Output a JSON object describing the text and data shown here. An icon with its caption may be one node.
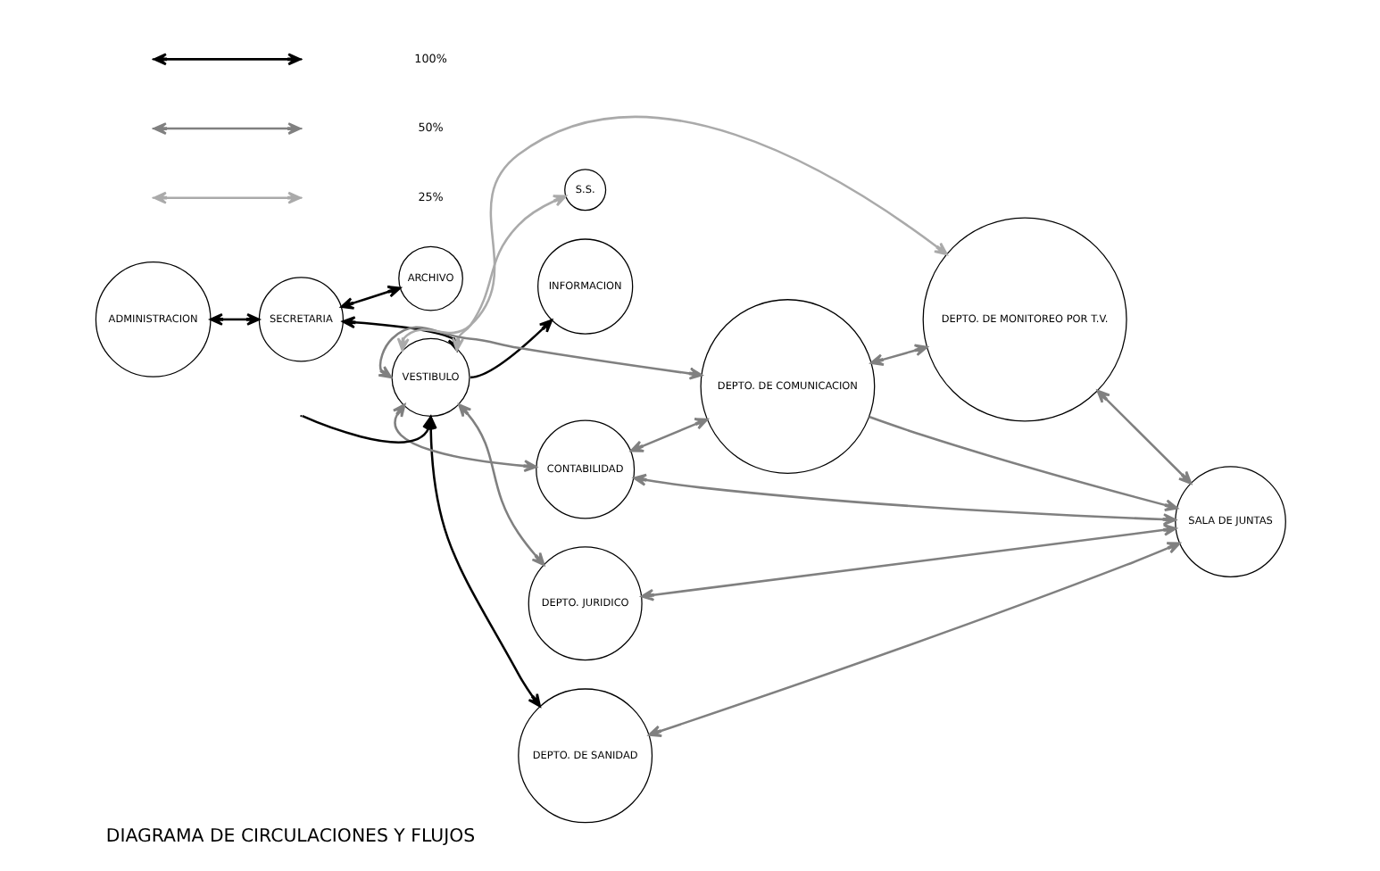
{
  "diagram": {
    "title": "DIAGRAMA DE CIRCULACIONES Y FLUJOS",
    "nodes": [
      {
        "text": [
          "ADMINISTRACION"
        ]
      },
      {
        "text": [
          "SECRETARIA"
        ]
      },
      {
        "text": [
          "ARCHIVO"
        ]
      },
      {
        "text": [
          "VESTIBULO"
        ]
      },
      {
        "text": [
          "INFORMACION"
        ]
      },
      {
        "text": [
          "S.S."
        ]
      },
      {
        "text": [
          "DEPTO. JURIDICO"
        ]
      },
      {
        "text": [
          "DEPTO. DE SANIDAD"
        ]
      },
      {
        "text": [
          "CONTABILIDAD"
        ]
      },
      {
        "text": [
          "SALA DE JUNTAS"
        ]
      },
      {
        "text": [
          "DEPTO. DE COMUNICACION"
        ]
      },
      {
        "text": [
          "DEPTO. DE MONITOREO POR T.V."
        ]
      }
    ],
    "edges": [
      {
        "from": 0,
        "to": 1,
        "arrow": "both",
        "color": "#000000"
      },
      {
        "from": 1,
        "to": 3,
        "arrow": "both",
        "color": "#000000"
      },
      {
        "from": 1,
        "to": 2,
        "arrow": "both",
        "color": "#000000"
      },
      {
        "from": 3,
        "to": 4,
        "arrow": "to",
        "color": "#000000"
      },
      {
        "from": 3,
        "to": 7,
        "arrow": "both",
        "color": "#000000"
      },
      {
        "from": null,
        "to": 3,
        "arrow": "to",
        "color": "#000000"
      },
      {
        "from": 3,
        "to": 6,
        "arrow": "both"
      },
      {
        "from": 3,
        "to": 8,
        "arrow": "both"
      },
      {
        "from": 3,
        "to": 10,
        "arrow": "both"
      },
      {
        "from": 3,
        "to": 5,
        "arrow": "both",
        "color": "#aaaaaa"
      },
      {
        "from": 3,
        "to": 11,
        "arrow": "both",
        "color": "#aaaaaa"
      },
      {
        "from": 6,
        "to": 9,
        "arrow": "both"
      },
      {
        "from": 7,
        "to": 9,
        "arrow": "both"
      },
      {
        "from": 8,
        "to": 9,
        "arrow": "both"
      },
      {
        "from": 10,
        "to": 9,
        "arrow": "to"
      },
      {
        "from": 11,
        "to": 9,
        "arrow": "both"
      },
      {
        "from": 8,
        "to": 10,
        "arrow": "both"
      },
      {
        "from": 10,
        "to": 11,
        "arrow": "both"
      }
    ],
    "legend": [
      {
        "text": "100%"
      },
      {
        "text": "50%"
      },
      {
        "text": "25%"
      }
    ]
  }
}
